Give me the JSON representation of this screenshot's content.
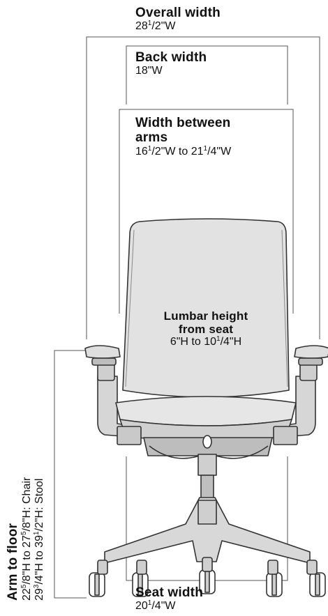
{
  "labels": {
    "overall_width": {
      "title": "Overall width",
      "whole": "28",
      "frac": "1",
      "rest": "/2\"W"
    },
    "back_width": {
      "title": "Back width",
      "value": "18\"W"
    },
    "width_between_arms": {
      "title_line1": "Width between",
      "title_line2": "arms",
      "a_whole": "16",
      "a_frac": "1",
      "a_rest": "/2\"W to 21",
      "b_frac": "1",
      "b_rest": "/4\"W"
    },
    "lumbar_height": {
      "title_line1": "Lumbar height",
      "title_line2": "from seat",
      "v_pre": "6\"H to 10",
      "v_frac": "1",
      "v_rest": "/4\"H"
    },
    "arm_to_floor": {
      "title": "Arm to floor",
      "chair_a": "22",
      "chair_a_frac": "5",
      "chair_b": "/8\"H to 27",
      "chair_b_frac": "5",
      "chair_c": "/8\"H: Chair",
      "stool_a": "29",
      "stool_a_frac": "3",
      "stool_b": "/4\"H to 39",
      "stool_b_frac": "1",
      "stool_c": "/2\"H: Stool"
    },
    "seat_width": {
      "title": "Seat width",
      "whole": "20",
      "frac": "1",
      "rest": "/4\"W"
    }
  },
  "colors": {
    "line": "#555555",
    "chair_fill": "#e2e2e2",
    "chair_stroke": "#333333",
    "dark": "#2a2a2a"
  }
}
